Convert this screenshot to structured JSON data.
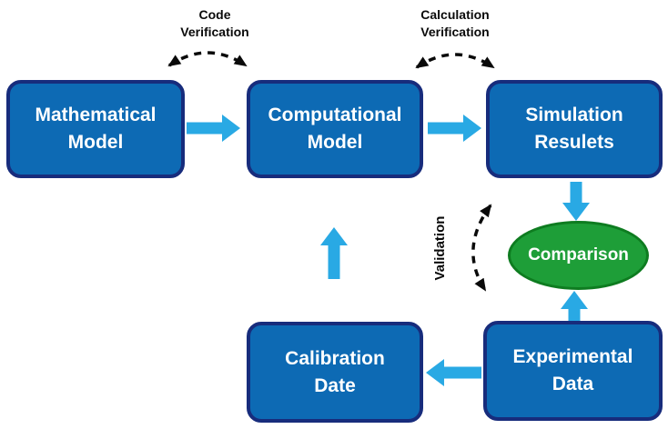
{
  "diagram": {
    "nodes": {
      "mathematical_model": {
        "label": "Mathematical\nModel"
      },
      "computational_model": {
        "label": "Computational\nModel"
      },
      "simulation_results": {
        "label": "Simulation\nResulets"
      },
      "calibration_date": {
        "label": "Calibration\nDate"
      },
      "experimental_data": {
        "label": "Experimental\nData"
      },
      "comparison": {
        "label": "Comparison"
      }
    },
    "annotations": {
      "code_verification": "Code\nVerification",
      "calculation_verification": "Calculation\nVerification",
      "validation": "Validation"
    },
    "colors": {
      "node_fill": "#0d6ab4",
      "node_border": "#172c7c",
      "node_text": "#ffffff",
      "arrow_blue": "#29a9e4",
      "comparison_fill": "#1e9e38",
      "comparison_border": "#0e7c20",
      "annotation_text": "#0a0a0a",
      "background": "#ffffff"
    }
  }
}
